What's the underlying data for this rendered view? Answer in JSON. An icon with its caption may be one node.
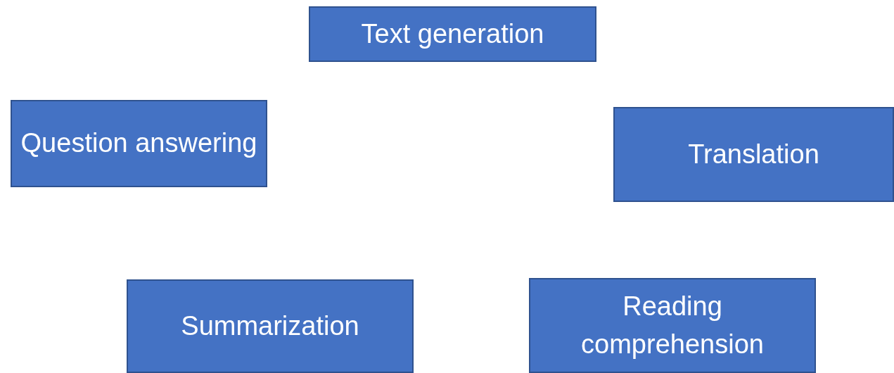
{
  "diagram": {
    "nodes": [
      {
        "text": [
          "Text generation"
        ]
      },
      {
        "text": [
          "Question answering"
        ]
      },
      {
        "text": [
          "Translation"
        ]
      },
      {
        "text": [
          "Summarization"
        ]
      },
      {
        "text": [
          "Reading comprehension"
        ]
      }
    ]
  }
}
